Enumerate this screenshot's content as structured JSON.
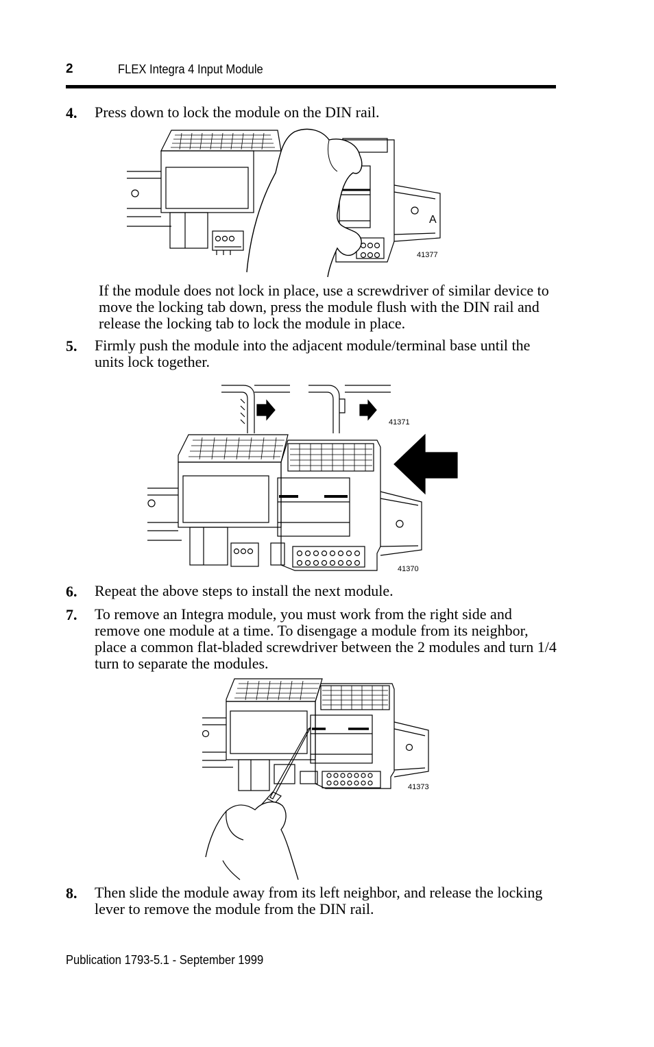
{
  "header": {
    "page_number": "2",
    "title": "FLEX Integra 4 Input Module"
  },
  "steps": [
    {
      "num": "4.",
      "text": "Press down to lock the module on the DIN rail."
    },
    {
      "num": "5.",
      "text": "Firmly push the module into the adjacent module/terminal base until the units lock together."
    },
    {
      "num": "6.",
      "text": "Repeat the above steps to install the next module."
    },
    {
      "num": "7.",
      "text": "To remove an Integra module, you must work from the right side and remove one module at a time. To disengage a module from its neighbor, place a common flat-bladed screwdriver between the 2 modules and turn 1/4 turn to separate the modules."
    },
    {
      "num": "8.",
      "text": "Then slide the module away from its left neighbor, and release the locking lever to remove the module from the DIN rail."
    }
  ],
  "note": "If the module does not lock in place, use a screwdriver of similar device to move the locking tab down, press the module flush with the DIN rail and release the locking tab to lock the module in place.",
  "figures": {
    "fig1": {
      "number": "41377",
      "callout": "A"
    },
    "fig2": {
      "number_top": "41371",
      "number_bottom": "41370"
    },
    "fig3": {
      "number": "41373"
    }
  },
  "footer": "Publication 1793-5.1 - September 1999"
}
